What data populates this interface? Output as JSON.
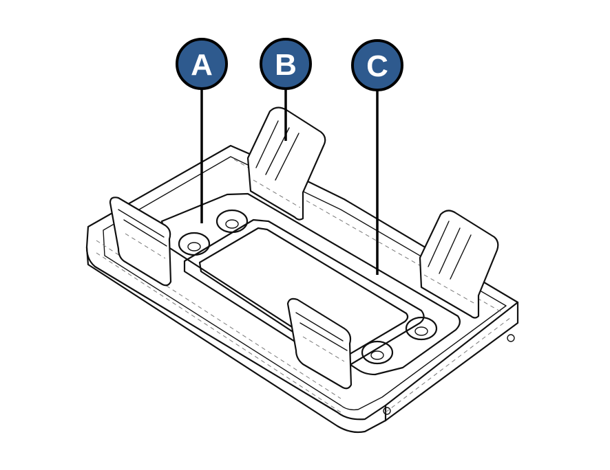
{
  "callouts": [
    {
      "label": "A",
      "target": "tray-floor"
    },
    {
      "label": "B",
      "target": "hinged-clip"
    },
    {
      "label": "C",
      "target": "sealing-gasket"
    }
  ],
  "colors": {
    "callout_fill": "#2e5a8e",
    "callout_outline": "#000000",
    "callout_text": "#ffffff",
    "line": "#111111",
    "background": "#ffffff"
  }
}
